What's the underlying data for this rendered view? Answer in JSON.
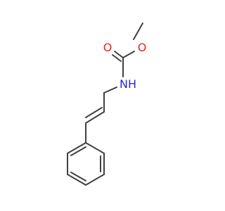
{
  "molecule": {
    "atoms": {
      "carbonyl_oxygen": "O",
      "ester_oxygen": "O",
      "amide_nitrogen": "NH"
    },
    "colors": {
      "bond": "#404040",
      "oxygen": "#e8251c",
      "nitrogen": "#2828d8"
    }
  }
}
